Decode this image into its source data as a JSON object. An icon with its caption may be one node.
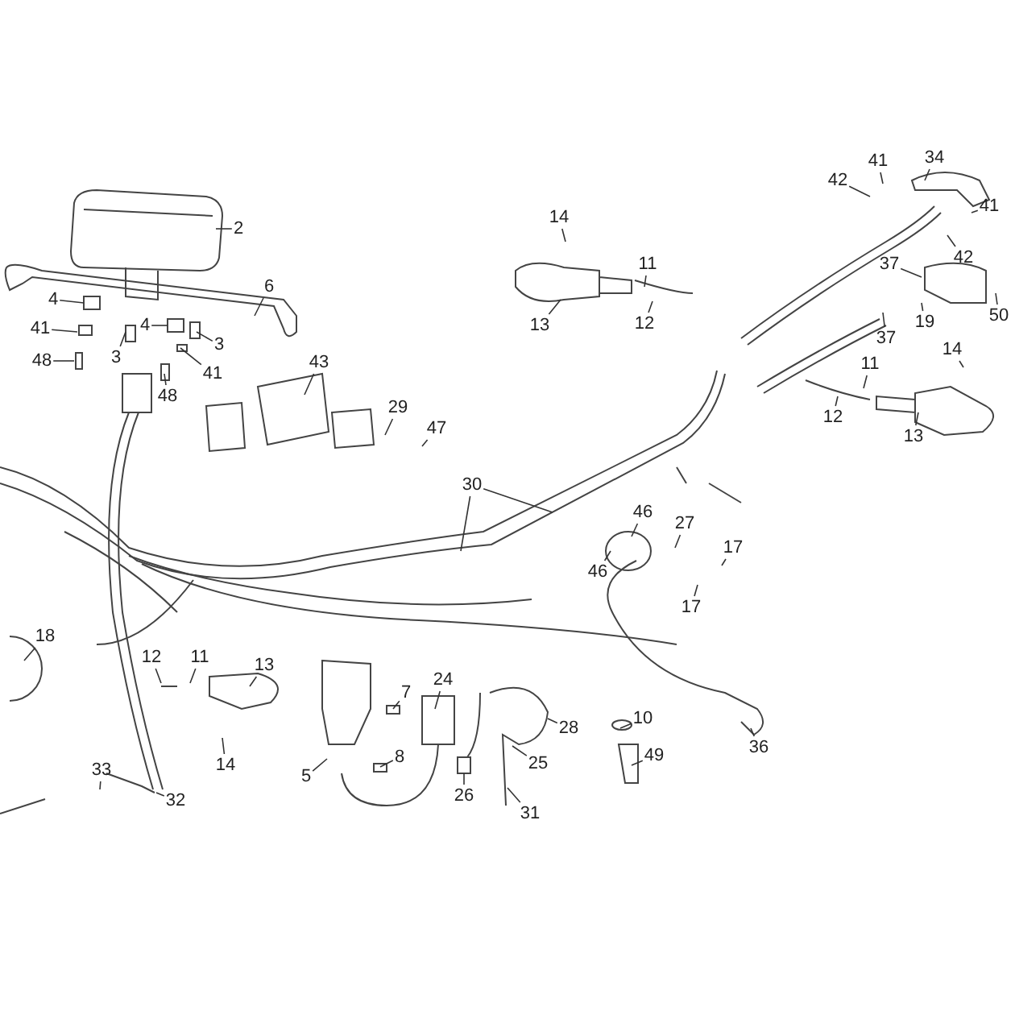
{
  "diagram": {
    "nodes": [
      {
        "text": [
          "34"
        ]
      },
      {
        "text": [
          "41"
        ]
      },
      {
        "text": [
          "42"
        ]
      },
      {
        "text": [
          "14"
        ]
      },
      {
        "text": [
          "2"
        ]
      },
      {
        "text": [
          "41"
        ]
      },
      {
        "text": [
          "42"
        ]
      },
      {
        "text": [
          "37"
        ]
      },
      {
        "text": [
          "11"
        ]
      },
      {
        "text": [
          "6"
        ]
      },
      {
        "text": [
          "50"
        ]
      },
      {
        "text": [
          "4"
        ]
      },
      {
        "text": [
          "19"
        ]
      },
      {
        "text": [
          "13"
        ]
      },
      {
        "text": [
          "12"
        ]
      },
      {
        "text": [
          "4"
        ]
      },
      {
        "text": [
          "41"
        ]
      },
      {
        "text": [
          "37"
        ]
      },
      {
        "text": [
          "3"
        ]
      },
      {
        "text": [
          "48"
        ]
      },
      {
        "text": [
          "3"
        ]
      },
      {
        "text": [
          "14"
        ]
      },
      {
        "text": [
          "43"
        ]
      },
      {
        "text": [
          "41"
        ]
      },
      {
        "text": [
          "11"
        ]
      },
      {
        "text": [
          "48"
        ]
      },
      {
        "text": [
          "29"
        ]
      },
      {
        "text": [
          "12"
        ]
      },
      {
        "text": [
          "47"
        ]
      },
      {
        "text": [
          "13"
        ]
      },
      {
        "text": [
          "30"
        ]
      },
      {
        "text": [
          "46"
        ]
      },
      {
        "text": [
          "27"
        ]
      },
      {
        "text": [
          "17"
        ]
      },
      {
        "text": [
          "46"
        ]
      },
      {
        "text": [
          "17"
        ]
      },
      {
        "text": [
          "18"
        ]
      },
      {
        "text": [
          "12"
        ]
      },
      {
        "text": [
          "11"
        ]
      },
      {
        "text": [
          "13"
        ]
      },
      {
        "text": [
          "24"
        ]
      },
      {
        "text": [
          "7"
        ]
      },
      {
        "text": [
          "10"
        ]
      },
      {
        "text": [
          "28"
        ]
      },
      {
        "text": [
          "36"
        ]
      },
      {
        "text": [
          "49"
        ]
      },
      {
        "text": [
          "8"
        ]
      },
      {
        "text": [
          "25"
        ]
      },
      {
        "text": [
          "14"
        ]
      },
      {
        "text": [
          "33"
        ]
      },
      {
        "text": [
          "5"
        ]
      },
      {
        "text": [
          "26"
        ]
      },
      {
        "text": [
          "32"
        ]
      },
      {
        "text": [
          "31"
        ]
      }
    ],
    "edges": [
      {
        "from": 0,
        "to": null,
        "arrow": "none"
      },
      {
        "from": 1,
        "to": null,
        "arrow": "none"
      },
      {
        "from": 2,
        "to": null,
        "arrow": "none"
      },
      {
        "from": 3,
        "to": null,
        "arrow": "none"
      },
      {
        "from": 4,
        "to": null,
        "arrow": "none"
      },
      {
        "from": 5,
        "to": null,
        "arrow": "none"
      },
      {
        "from": 6,
        "to": null,
        "arrow": "none"
      },
      {
        "from": 7,
        "to": null,
        "arrow": "none"
      },
      {
        "from": 8,
        "to": null,
        "arrow": "none"
      },
      {
        "from": 9,
        "to": null,
        "arrow": "none"
      },
      {
        "from": 10,
        "to": null,
        "arrow": "none"
      },
      {
        "from": 11,
        "to": null,
        "arrow": "none"
      },
      {
        "from": 12,
        "to": null,
        "arrow": "none"
      },
      {
        "from": 13,
        "to": null,
        "arrow": "none"
      },
      {
        "from": 14,
        "to": null,
        "arrow": "none"
      },
      {
        "from": 15,
        "to": null,
        "arrow": "none"
      },
      {
        "from": 16,
        "to": null,
        "arrow": "none"
      },
      {
        "from": 17,
        "to": null,
        "arrow": "none"
      },
      {
        "from": 18,
        "to": null,
        "arrow": "none"
      },
      {
        "from": 19,
        "to": null,
        "arrow": "none"
      },
      {
        "from": 20,
        "to": null,
        "arrow": "none"
      },
      {
        "from": 21,
        "to": null,
        "arrow": "none"
      },
      {
        "from": 22,
        "to": null,
        "arrow": "none"
      },
      {
        "from": 23,
        "to": null,
        "arrow": "none"
      },
      {
        "from": 24,
        "to": null,
        "arrow": "none"
      },
      {
        "from": 25,
        "to": null,
        "arrow": "none"
      },
      {
        "from": 26,
        "to": null,
        "arrow": "none"
      },
      {
        "from": 27,
        "to": null,
        "arrow": "none"
      },
      {
        "from": 28,
        "to": null,
        "arrow": "none"
      },
      {
        "from": 29,
        "to": null,
        "arrow": "none"
      },
      {
        "from": 30,
        "to": null,
        "arrow": "none"
      },
      {
        "from": 30,
        "to": null,
        "arrow": "none"
      },
      {
        "from": 31,
        "to": null,
        "arrow": "none"
      },
      {
        "from": 32,
        "to": null,
        "arrow": "none"
      },
      {
        "from": 33,
        "to": null,
        "arrow": "none"
      },
      {
        "from": 34,
        "to": null,
        "arrow": "none"
      },
      {
        "from": 35,
        "to": null,
        "arrow": "none"
      },
      {
        "from": 36,
        "to": null,
        "arrow": "none"
      },
      {
        "from": 37,
        "to": null,
        "arrow": "none"
      },
      {
        "from": 38,
        "to": null,
        "arrow": "none"
      },
      {
        "from": 39,
        "to": null,
        "arrow": "none"
      },
      {
        "from": 40,
        "to": null,
        "arrow": "none"
      },
      {
        "from": 41,
        "to": null,
        "arrow": "none"
      },
      {
        "from": 42,
        "to": null,
        "arrow": "none"
      },
      {
        "from": 43,
        "to": null,
        "arrow": "none"
      },
      {
        "from": 44,
        "to": null,
        "arrow": "none"
      },
      {
        "from": 45,
        "to": null,
        "arrow": "none"
      },
      {
        "from": 46,
        "to": null,
        "arrow": "none"
      },
      {
        "from": 47,
        "to": null,
        "arrow": "none"
      },
      {
        "from": 48,
        "to": null,
        "arrow": "none"
      },
      {
        "from": 49,
        "to": null,
        "arrow": "none"
      },
      {
        "from": 50,
        "to": null,
        "arrow": "none"
      },
      {
        "from": 51,
        "to": null,
        "arrow": "none"
      },
      {
        "from": 52,
        "to": null,
        "arrow": "none"
      },
      {
        "from": 53,
        "to": null,
        "arrow": "none"
      }
    ]
  }
}
